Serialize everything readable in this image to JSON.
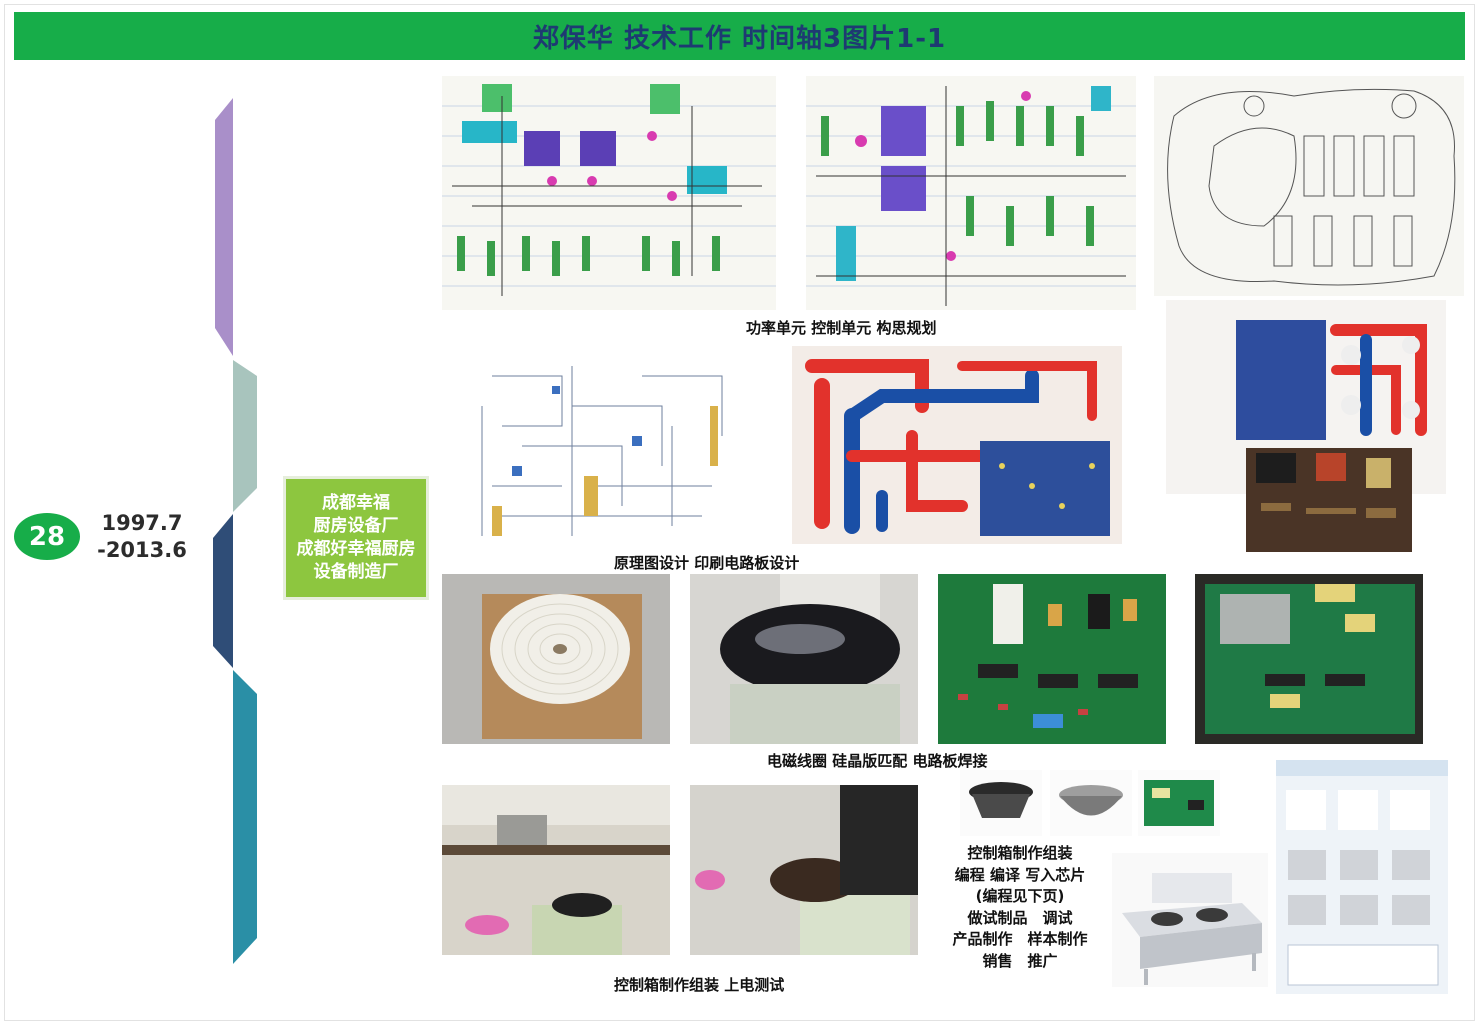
{
  "title": "郑保华 技术工作 时间轴3图片1-1",
  "badge": "28",
  "dates": {
    "start": "1997.7",
    "end": "-2013.6"
  },
  "company": [
    "成都幸福",
    "厨房设备厂",
    "成都好幸福厨房",
    "设备制造厂"
  ],
  "captions": {
    "planning": "功率单元 控制单元 构思规划",
    "design": "原理图设计 印刷电路板设计",
    "assembly": "电磁线圈 硅晶版匹配 电路板焊接",
    "testing": "控制箱制作组装 上电测试"
  },
  "process_lines": [
    "控制箱制作组装",
    "编程 编译 写入芯片",
    "(编程见下页)",
    "做试制品　调试",
    "产品制作　样本制作",
    "销售　推广"
  ],
  "colors": {
    "title_bg": "#17ad49",
    "title_text": "#1e3a72",
    "company_bg": "#8dc63f",
    "timeline": [
      "#a98fc9",
      "#a8c4bd",
      "#2f4d77",
      "#2a8fa6"
    ]
  }
}
